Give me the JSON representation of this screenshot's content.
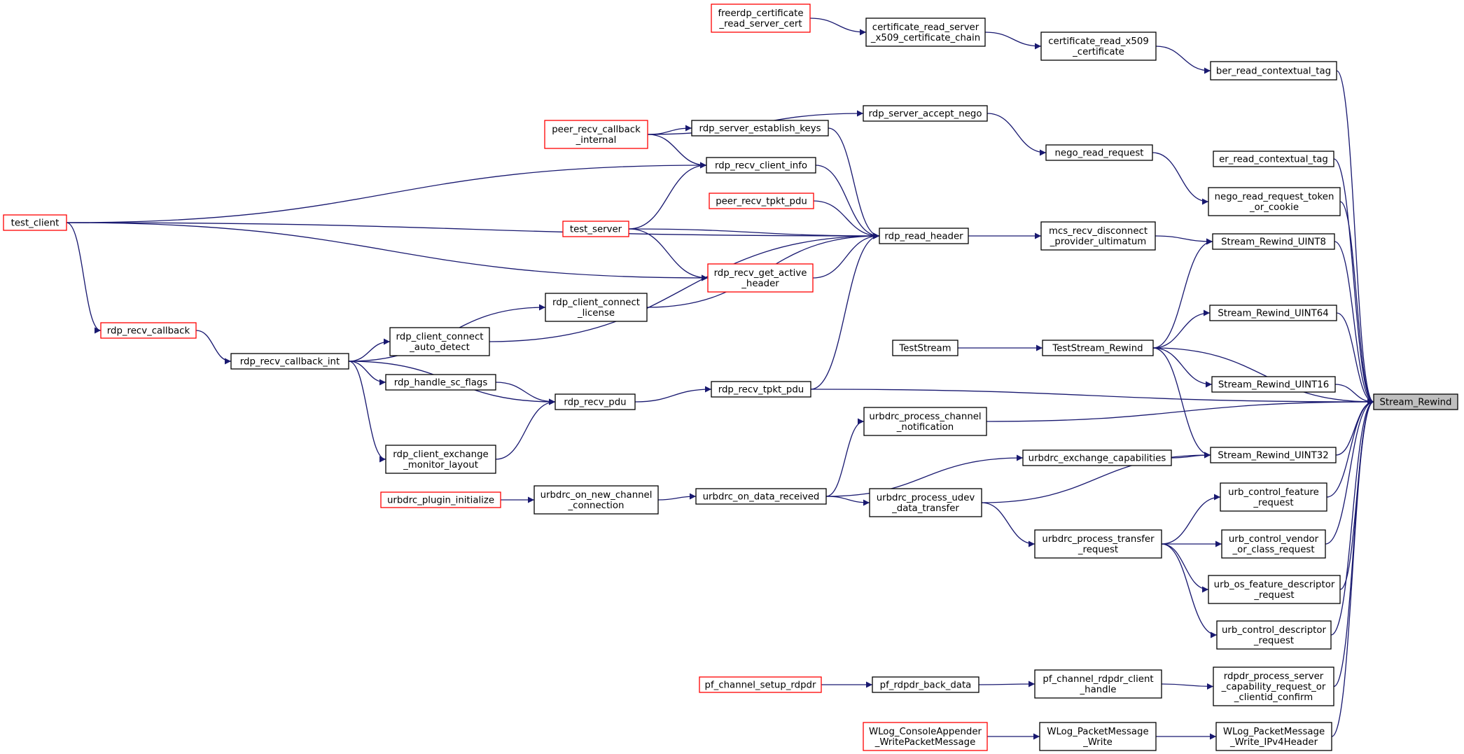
{
  "colors": {
    "edge": "#191970",
    "plain_border": "#000000",
    "truncated_border": "#ff0000",
    "root_fill": "#bfbfbf",
    "background": "#ffffff"
  },
  "root": "Stream_Rewind",
  "nodes": [
    {
      "id": "Stream_Rewind",
      "lines": [
        "Stream_Rewind"
      ],
      "style": "root"
    },
    {
      "id": "ber_read_contextual_tag",
      "lines": [
        "ber_read_contextual_tag"
      ],
      "style": "plain"
    },
    {
      "id": "certificate_read_x509_certificate",
      "lines": [
        "certificate_read_x509",
        "_certificate"
      ],
      "style": "plain"
    },
    {
      "id": "certificate_read_server_x509_certificate_chain",
      "lines": [
        "certificate_read_server",
        "_x509_certificate_chain"
      ],
      "style": "plain"
    },
    {
      "id": "freerdp_certificate_read_server_cert",
      "lines": [
        "freerdp_certificate",
        "_read_server_cert"
      ],
      "style": "red"
    },
    {
      "id": "rdp_server_accept_nego",
      "lines": [
        "rdp_server_accept_nego"
      ],
      "style": "plain"
    },
    {
      "id": "peer_recv_callback_internal",
      "lines": [
        "peer_recv_callback",
        "_internal"
      ],
      "style": "red"
    },
    {
      "id": "rdp_server_establish_keys",
      "lines": [
        "rdp_server_establish_keys"
      ],
      "style": "plain"
    },
    {
      "id": "nego_read_request",
      "lines": [
        "nego_read_request"
      ],
      "style": "plain"
    },
    {
      "id": "er_read_contextual_tag",
      "lines": [
        "er_read_contextual_tag"
      ],
      "style": "plain"
    },
    {
      "id": "rdp_recv_client_info",
      "lines": [
        "rdp_recv_client_info"
      ],
      "style": "plain"
    },
    {
      "id": "nego_read_request_token_or_cookie",
      "lines": [
        "nego_read_request_token",
        "_or_cookie"
      ],
      "style": "plain"
    },
    {
      "id": "peer_recv_tpkt_pdu",
      "lines": [
        "peer_recv_tpkt_pdu"
      ],
      "style": "red"
    },
    {
      "id": "test_client",
      "lines": [
        "test_client"
      ],
      "style": "red"
    },
    {
      "id": "test_server",
      "lines": [
        "test_server"
      ],
      "style": "red"
    },
    {
      "id": "rdp_read_header",
      "lines": [
        "rdp_read_header"
      ],
      "style": "plain"
    },
    {
      "id": "mcs_recv_disconnect_provider_ultimatum",
      "lines": [
        "mcs_recv_disconnect",
        "_provider_ultimatum"
      ],
      "style": "plain"
    },
    {
      "id": "Stream_Rewind_UINT8",
      "lines": [
        "Stream_Rewind_UINT8"
      ],
      "style": "plain"
    },
    {
      "id": "rdp_recv_get_active_header",
      "lines": [
        "rdp_recv_get_active",
        "_header"
      ],
      "style": "red"
    },
    {
      "id": "rdp_client_connect_license",
      "lines": [
        "rdp_client_connect",
        "_license"
      ],
      "style": "plain"
    },
    {
      "id": "Stream_Rewind_UINT64",
      "lines": [
        "Stream_Rewind_UINT64"
      ],
      "style": "plain"
    },
    {
      "id": "rdp_recv_callback",
      "lines": [
        "rdp_recv_callback"
      ],
      "style": "red"
    },
    {
      "id": "rdp_client_connect_auto_detect",
      "lines": [
        "rdp_client_connect",
        "_auto_detect"
      ],
      "style": "plain"
    },
    {
      "id": "TestStream",
      "lines": [
        "TestStream"
      ],
      "style": "plain"
    },
    {
      "id": "TestStream_Rewind",
      "lines": [
        "TestStream_Rewind"
      ],
      "style": "plain"
    },
    {
      "id": "rdp_recv_callback_int",
      "lines": [
        "rdp_recv_callback_int"
      ],
      "style": "plain"
    },
    {
      "id": "rdp_handle_sc_flags",
      "lines": [
        "rdp_handle_sc_flags"
      ],
      "style": "plain"
    },
    {
      "id": "rdp_recv_tpkt_pdu",
      "lines": [
        "rdp_recv_tpkt_pdu"
      ],
      "style": "plain"
    },
    {
      "id": "Stream_Rewind_UINT16",
      "lines": [
        "Stream_Rewind_UINT16"
      ],
      "style": "plain"
    },
    {
      "id": "rdp_recv_pdu",
      "lines": [
        "rdp_recv_pdu"
      ],
      "style": "plain"
    },
    {
      "id": "urbdrc_process_channel_notification",
      "lines": [
        "urbdrc_process_channel",
        "_notification"
      ],
      "style": "plain"
    },
    {
      "id": "rdp_client_exchange_monitor_layout",
      "lines": [
        "rdp_client_exchange",
        "_monitor_layout"
      ],
      "style": "plain"
    },
    {
      "id": "urbdrc_exchange_capabilities",
      "lines": [
        "urbdrc_exchange_capabilities"
      ],
      "style": "plain"
    },
    {
      "id": "Stream_Rewind_UINT32",
      "lines": [
        "Stream_Rewind_UINT32"
      ],
      "style": "plain"
    },
    {
      "id": "urb_control_feature_request",
      "lines": [
        "urb_control_feature",
        "_request"
      ],
      "style": "plain"
    },
    {
      "id": "urbdrc_plugin_initialize",
      "lines": [
        "urbdrc_plugin_initialize"
      ],
      "style": "red"
    },
    {
      "id": "urbdrc_on_new_channel_connection",
      "lines": [
        "urbdrc_on_new_channel",
        "_connection"
      ],
      "style": "plain"
    },
    {
      "id": "urbdrc_on_data_received",
      "lines": [
        "urbdrc_on_data_received"
      ],
      "style": "plain"
    },
    {
      "id": "urbdrc_process_udev_data_transfer",
      "lines": [
        "urbdrc_process_udev",
        "_data_transfer"
      ],
      "style": "plain"
    },
    {
      "id": "urbdrc_process_transfer_request",
      "lines": [
        "urbdrc_process_transfer",
        "_request"
      ],
      "style": "plain"
    },
    {
      "id": "urb_control_vendor_or_class_request",
      "lines": [
        "urb_control_vendor",
        "_or_class_request"
      ],
      "style": "plain"
    },
    {
      "id": "urb_os_feature_descriptor_request",
      "lines": [
        "urb_os_feature_descriptor",
        "_request"
      ],
      "style": "plain"
    },
    {
      "id": "urb_control_descriptor_request",
      "lines": [
        "urb_control_descriptor",
        "_request"
      ],
      "style": "plain"
    },
    {
      "id": "pf_channel_setup_rdpdr",
      "lines": [
        "pf_channel_setup_rdpdr"
      ],
      "style": "red"
    },
    {
      "id": "pf_rdpdr_back_data",
      "lines": [
        "pf_rdpdr_back_data"
      ],
      "style": "plain"
    },
    {
      "id": "pf_channel_rdpdr_client_handle",
      "lines": [
        "pf_channel_rdpdr_client",
        "_handle"
      ],
      "style": "plain"
    },
    {
      "id": "rdpdr_process_server_capability_request_or_clientid_confirm",
      "lines": [
        "rdpdr_process_server",
        "_capability_request_or",
        "_clientid_confirm"
      ],
      "style": "plain"
    },
    {
      "id": "WLog_ConsoleAppender_WritePacketMessage",
      "lines": [
        "WLog_ConsoleAppender",
        "_WritePacketMessage"
      ],
      "style": "red"
    },
    {
      "id": "WLog_PacketMessage_Write",
      "lines": [
        "WLog_PacketMessage",
        "_Write"
      ],
      "style": "plain"
    },
    {
      "id": "WLog_PacketMessage_Write_IPv4Header",
      "lines": [
        "WLog_PacketMessage",
        "_Write_IPv4Header"
      ],
      "style": "plain"
    }
  ],
  "edges": [
    [
      "ber_read_contextual_tag",
      "Stream_Rewind"
    ],
    [
      "certificate_read_x509_certificate",
      "ber_read_contextual_tag"
    ],
    [
      "certificate_read_server_x509_certificate_chain",
      "certificate_read_x509_certificate"
    ],
    [
      "freerdp_certificate_read_server_cert",
      "certificate_read_server_x509_certificate_chain"
    ],
    [
      "peer_recv_callback_internal",
      "rdp_server_accept_nego"
    ],
    [
      "rdp_server_accept_nego",
      "nego_read_request"
    ],
    [
      "nego_read_request",
      "nego_read_request_token_or_cookie"
    ],
    [
      "nego_read_request_token_or_cookie",
      "Stream_Rewind"
    ],
    [
      "er_read_contextual_tag",
      "Stream_Rewind"
    ],
    [
      "peer_recv_callback_internal",
      "rdp_server_establish_keys"
    ],
    [
      "peer_recv_callback_internal",
      "rdp_recv_client_info"
    ],
    [
      "rdp_server_establish_keys",
      "rdp_read_header"
    ],
    [
      "rdp_recv_client_info",
      "rdp_read_header"
    ],
    [
      "test_client",
      "rdp_recv_client_info"
    ],
    [
      "test_client",
      "rdp_read_header"
    ],
    [
      "test_client",
      "rdp_recv_get_active_header"
    ],
    [
      "test_client",
      "rdp_recv_callback"
    ],
    [
      "test_server",
      "rdp_recv_client_info"
    ],
    [
      "test_server",
      "rdp_read_header"
    ],
    [
      "test_server",
      "rdp_recv_get_active_header"
    ],
    [
      "peer_recv_tpkt_pdu",
      "rdp_read_header"
    ],
    [
      "rdp_recv_get_active_header",
      "rdp_read_header"
    ],
    [
      "rdp_client_connect_license",
      "rdp_read_header"
    ],
    [
      "rdp_client_connect_auto_detect",
      "rdp_read_header"
    ],
    [
      "rdp_recv_tpkt_pdu",
      "rdp_read_header"
    ],
    [
      "rdp_read_header",
      "mcs_recv_disconnect_provider_ultimatum"
    ],
    [
      "mcs_recv_disconnect_provider_ultimatum",
      "Stream_Rewind_UINT8"
    ],
    [
      "Stream_Rewind_UINT8",
      "Stream_Rewind"
    ],
    [
      "rdp_recv_tpkt_pdu",
      "Stream_Rewind"
    ],
    [
      "rdp_recv_callback",
      "rdp_recv_callback_int"
    ],
    [
      "rdp_recv_callback_int",
      "rdp_client_connect_license"
    ],
    [
      "rdp_recv_callback_int",
      "rdp_client_connect_auto_detect"
    ],
    [
      "rdp_recv_callback_int",
      "rdp_handle_sc_flags"
    ],
    [
      "rdp_recv_callback_int",
      "rdp_recv_pdu"
    ],
    [
      "rdp_recv_callback_int",
      "rdp_client_exchange_monitor_layout"
    ],
    [
      "rdp_handle_sc_flags",
      "rdp_recv_pdu"
    ],
    [
      "rdp_client_exchange_monitor_layout",
      "rdp_recv_pdu"
    ],
    [
      "rdp_recv_pdu",
      "rdp_recv_tpkt_pdu"
    ],
    [
      "TestStream",
      "TestStream_Rewind"
    ],
    [
      "TestStream_Rewind",
      "Stream_Rewind_UINT8"
    ],
    [
      "TestStream_Rewind",
      "Stream_Rewind_UINT64"
    ],
    [
      "TestStream_Rewind",
      "Stream_Rewind"
    ],
    [
      "TestStream_Rewind",
      "Stream_Rewind_UINT16"
    ],
    [
      "TestStream_Rewind",
      "Stream_Rewind_UINT32"
    ],
    [
      "Stream_Rewind_UINT64",
      "Stream_Rewind"
    ],
    [
      "Stream_Rewind_UINT16",
      "Stream_Rewind"
    ],
    [
      "urbdrc_process_channel_notification",
      "Stream_Rewind"
    ],
    [
      "urbdrc_exchange_capabilities",
      "Stream_Rewind_UINT32"
    ],
    [
      "Stream_Rewind_UINT32",
      "Stream_Rewind"
    ],
    [
      "urbdrc_plugin_initialize",
      "urbdrc_on_new_channel_connection"
    ],
    [
      "urbdrc_on_new_channel_connection",
      "urbdrc_on_data_received"
    ],
    [
      "urbdrc_on_data_received",
      "urbdrc_process_channel_notification"
    ],
    [
      "urbdrc_on_data_received",
      "urbdrc_exchange_capabilities"
    ],
    [
      "urbdrc_on_data_received",
      "urbdrc_process_udev_data_transfer"
    ],
    [
      "urbdrc_process_udev_data_transfer",
      "Stream_Rewind_UINT32"
    ],
    [
      "urbdrc_process_udev_data_transfer",
      "urbdrc_process_transfer_request"
    ],
    [
      "urbdrc_process_transfer_request",
      "urb_control_feature_request"
    ],
    [
      "urbdrc_process_transfer_request",
      "urb_control_vendor_or_class_request"
    ],
    [
      "urbdrc_process_transfer_request",
      "urb_os_feature_descriptor_request"
    ],
    [
      "urbdrc_process_transfer_request",
      "urb_control_descriptor_request"
    ],
    [
      "urb_control_feature_request",
      "Stream_Rewind"
    ],
    [
      "urb_control_vendor_or_class_request",
      "Stream_Rewind"
    ],
    [
      "urb_os_feature_descriptor_request",
      "Stream_Rewind"
    ],
    [
      "urb_control_descriptor_request",
      "Stream_Rewind"
    ],
    [
      "pf_channel_setup_rdpdr",
      "pf_rdpdr_back_data"
    ],
    [
      "pf_rdpdr_back_data",
      "pf_channel_rdpdr_client_handle"
    ],
    [
      "pf_channel_rdpdr_client_handle",
      "rdpdr_process_server_capability_request_or_clientid_confirm"
    ],
    [
      "rdpdr_process_server_capability_request_or_clientid_confirm",
      "Stream_Rewind"
    ],
    [
      "WLog_ConsoleAppender_WritePacketMessage",
      "WLog_PacketMessage_Write"
    ],
    [
      "WLog_PacketMessage_Write",
      "WLog_PacketMessage_Write_IPv4Header"
    ],
    [
      "WLog_PacketMessage_Write_IPv4Header",
      "Stream_Rewind"
    ]
  ]
}
